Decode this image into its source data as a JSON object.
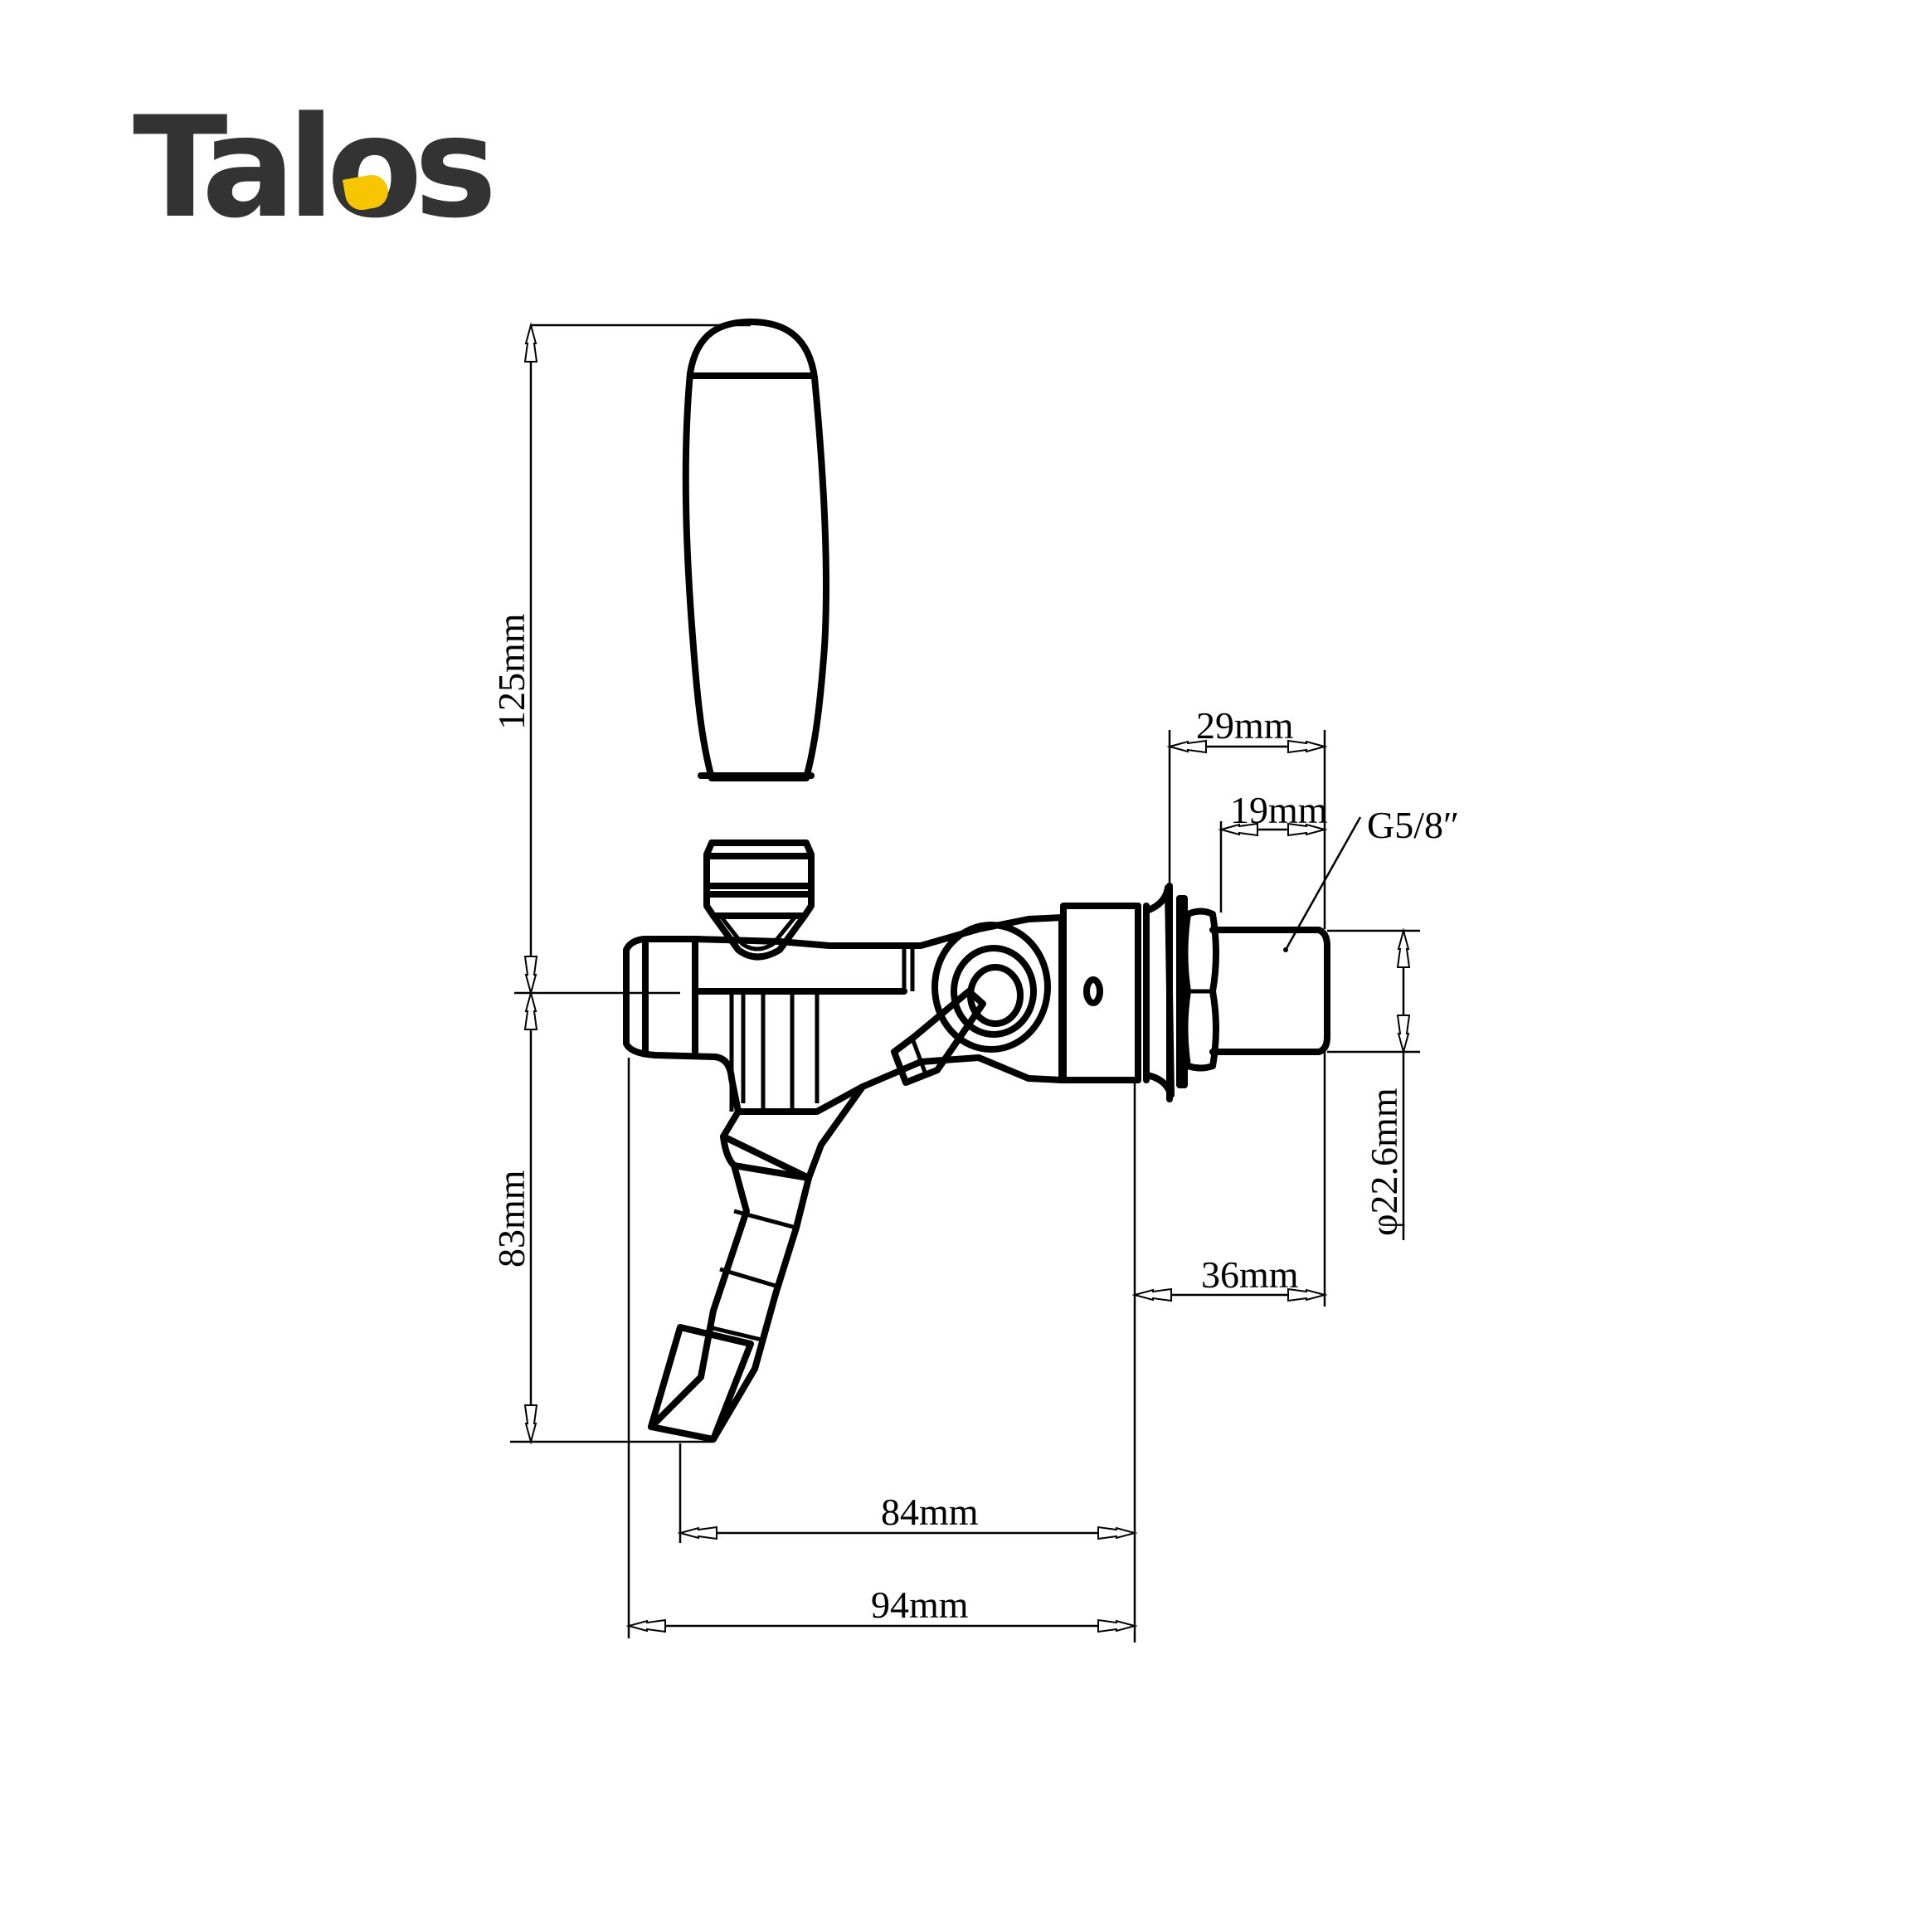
{
  "brand": {
    "logo_text_pre": "Tal",
    "logo_text_o": "o",
    "logo_text_post": "s",
    "text_color": "#333333",
    "accent_color": "#f7c600"
  },
  "drawing": {
    "subject": "beer tap faucet with compensator",
    "dimensions": {
      "handle_height": "125mm",
      "spout_drop": "83mm",
      "shank_length_29": "29mm",
      "thread_length_19": "19mm",
      "thread_spec": "G5/8″",
      "shank_diameter": "φ22.6mm",
      "body_to_shank_end": "36mm",
      "spout_to_flange": "84mm",
      "overall_body_length": "94mm"
    }
  }
}
